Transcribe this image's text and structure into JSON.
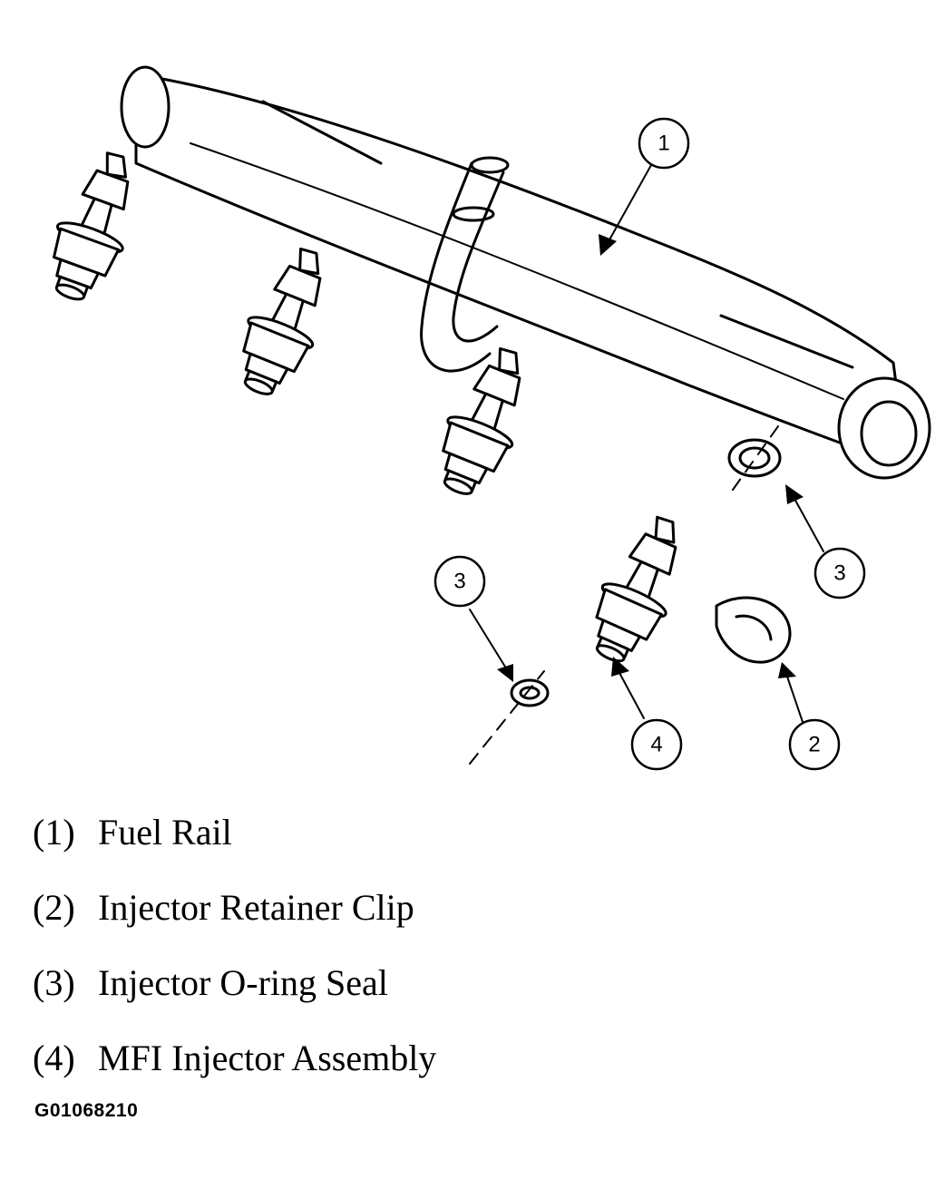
{
  "callouts": {
    "c1": "1",
    "c2": "2",
    "c3a": "3",
    "c3b": "3",
    "c4": "4"
  },
  "legend": [
    {
      "num": "(1)",
      "label": "Fuel Rail"
    },
    {
      "num": "(2)",
      "label": "Injector Retainer Clip"
    },
    {
      "num": "(3)",
      "label": "Injector O-ring Seal"
    },
    {
      "num": "(4)",
      "label": "MFI Injector Assembly"
    }
  ],
  "figure_id": "G01068210"
}
